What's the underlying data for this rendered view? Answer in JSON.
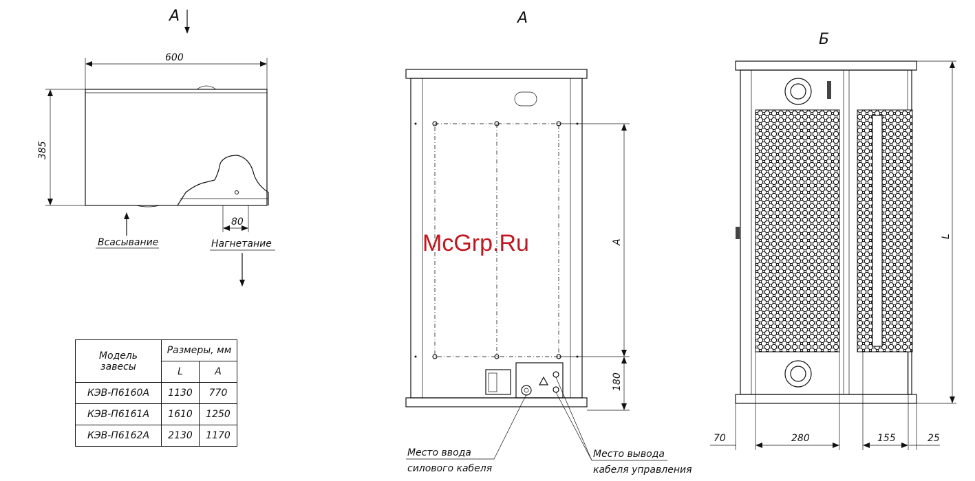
{
  "views": {
    "side": {
      "arrow_label": "А",
      "width": "600",
      "height": "385",
      "outlet": "80",
      "intake": "Всасывание",
      "discharge": "Нагнетание"
    },
    "rear": {
      "title": "А",
      "dim_a": "А",
      "dim_180": "180",
      "power_entry": [
        "Место ввода",
        "силового кабеля"
      ],
      "control_exit": [
        "Место вывода",
        "кабеля управления"
      ]
    },
    "front": {
      "title": "Б",
      "dim_l": "L",
      "dims": [
        "70",
        "280",
        "155",
        "25"
      ]
    }
  },
  "watermark": "McGrp.Ru",
  "table": {
    "col_model": "Модель завесы",
    "col_group": "Размеры, мм",
    "col_l": "L",
    "col_a": "А",
    "rows": [
      {
        "model": "КЭВ-П6160А",
        "l": "1130",
        "a": "770"
      },
      {
        "model": "КЭВ-П6161А",
        "l": "1610",
        "a": "1250"
      },
      {
        "model": "КЭВ-П6162А",
        "l": "2130",
        "a": "1170"
      }
    ]
  }
}
